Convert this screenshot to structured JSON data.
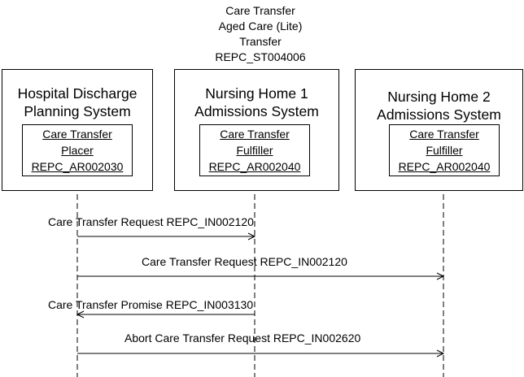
{
  "header": {
    "line1": "Care Transfer",
    "line2": "Aged Care (Lite)",
    "line3": "Transfer",
    "line4": "REPC_ST004006"
  },
  "systems": [
    {
      "title1": "Hospital Discharge",
      "title2": "Planning System",
      "role1": "Care Transfer",
      "role2": "Placer",
      "role3": "REPC_AR002030"
    },
    {
      "title1": "Nursing Home 1",
      "title2": "Admissions System",
      "role1": "Care Transfer",
      "role2": "Fulfiller",
      "role3": "REPC_AR002040"
    },
    {
      "title1": "Nursing Home 2",
      "title2": "Admissions System",
      "role1": "Care Transfer",
      "role2": "Fulfiller",
      "role3": "REPC_AR002040"
    }
  ],
  "messages": [
    {
      "label": "Care Transfer Request REPC_IN002120",
      "from": 0,
      "to": 1
    },
    {
      "label": "Care Transfer Request REPC_IN002120",
      "from": 0,
      "to": 2
    },
    {
      "label": "Care Transfer Promise REPC_IN003130",
      "from": 1,
      "to": 0
    },
    {
      "label": "Abort Care Transfer Request REPC_IN002620",
      "from": 0,
      "to": 2
    }
  ],
  "colors": {
    "line": "#000000",
    "background": "#ffffff"
  }
}
